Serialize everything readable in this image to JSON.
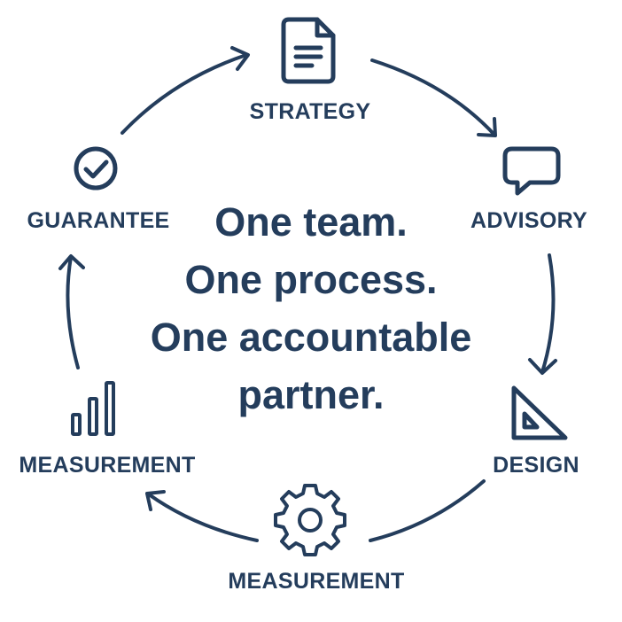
{
  "colors": {
    "primary": "#243d5c",
    "background": "#ffffff"
  },
  "headline": [
    "One team.",
    "One process.",
    "One accountable",
    "partner."
  ],
  "stages": [
    {
      "label": "STRATEGY",
      "icon": "document-icon"
    },
    {
      "label": "ADVISORY",
      "icon": "chat-bubble-icon"
    },
    {
      "label": "DESIGN",
      "icon": "set-square-icon"
    },
    {
      "label": "MEASUREMENT",
      "icon": "gear-icon"
    },
    {
      "label": "MEASUREMENT",
      "icon": "bar-chart-icon"
    },
    {
      "label": "GUARANTEE",
      "icon": "check-circle-icon"
    }
  ]
}
